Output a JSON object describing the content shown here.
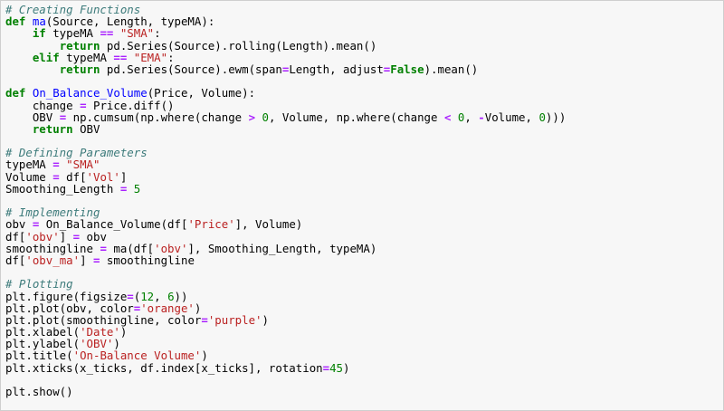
{
  "editor": {
    "colors": {
      "background": "#f7f7f7",
      "comment": "#3d7b7b",
      "keyword": "#008000",
      "function": "#0000ff",
      "string": "#ba2121",
      "number": "#008000",
      "operator": "#aa22ff",
      "plain": "#000000"
    },
    "lines": [
      [
        {
          "t": "cm",
          "v": "# Creating Functions"
        }
      ],
      [
        {
          "t": "kw",
          "v": "def"
        },
        {
          "t": "pl",
          "v": " "
        },
        {
          "t": "fn",
          "v": "ma"
        },
        {
          "t": "pl",
          "v": "(Source, Length, typeMA):"
        }
      ],
      [
        {
          "t": "pl",
          "v": "    "
        },
        {
          "t": "kw",
          "v": "if"
        },
        {
          "t": "pl",
          "v": " typeMA "
        },
        {
          "t": "op",
          "v": "=="
        },
        {
          "t": "pl",
          "v": " "
        },
        {
          "t": "st",
          "v": "\"SMA\""
        },
        {
          "t": "pl",
          "v": ":"
        }
      ],
      [
        {
          "t": "pl",
          "v": "        "
        },
        {
          "t": "kw",
          "v": "return"
        },
        {
          "t": "pl",
          "v": " pd.Series(Source).rolling(Length).mean()"
        }
      ],
      [
        {
          "t": "pl",
          "v": "    "
        },
        {
          "t": "kw",
          "v": "elif"
        },
        {
          "t": "pl",
          "v": " typeMA "
        },
        {
          "t": "op",
          "v": "=="
        },
        {
          "t": "pl",
          "v": " "
        },
        {
          "t": "st",
          "v": "\"EMA\""
        },
        {
          "t": "pl",
          "v": ":"
        }
      ],
      [
        {
          "t": "pl",
          "v": "        "
        },
        {
          "t": "kw",
          "v": "return"
        },
        {
          "t": "pl",
          "v": " pd.Series(Source).ewm(span"
        },
        {
          "t": "op",
          "v": "="
        },
        {
          "t": "pl",
          "v": "Length, adjust"
        },
        {
          "t": "op",
          "v": "="
        },
        {
          "t": "kw",
          "v": "False"
        },
        {
          "t": "pl",
          "v": ").mean()"
        }
      ],
      [
        {
          "t": "pl",
          "v": ""
        }
      ],
      [
        {
          "t": "kw",
          "v": "def"
        },
        {
          "t": "pl",
          "v": " "
        },
        {
          "t": "fn",
          "v": "On_Balance_Volume"
        },
        {
          "t": "pl",
          "v": "(Price, Volume):"
        }
      ],
      [
        {
          "t": "pl",
          "v": "    change "
        },
        {
          "t": "op",
          "v": "="
        },
        {
          "t": "pl",
          "v": " Price.diff()"
        }
      ],
      [
        {
          "t": "pl",
          "v": "    OBV "
        },
        {
          "t": "op",
          "v": "="
        },
        {
          "t": "pl",
          "v": " np.cumsum(np.where(change "
        },
        {
          "t": "op",
          "v": ">"
        },
        {
          "t": "pl",
          "v": " "
        },
        {
          "t": "nu",
          "v": "0"
        },
        {
          "t": "pl",
          "v": ", Volume, np.where(change "
        },
        {
          "t": "op",
          "v": "<"
        },
        {
          "t": "pl",
          "v": " "
        },
        {
          "t": "nu",
          "v": "0"
        },
        {
          "t": "pl",
          "v": ", "
        },
        {
          "t": "op",
          "v": "-"
        },
        {
          "t": "pl",
          "v": "Volume, "
        },
        {
          "t": "nu",
          "v": "0"
        },
        {
          "t": "pl",
          "v": ")))"
        }
      ],
      [
        {
          "t": "pl",
          "v": "    "
        },
        {
          "t": "kw",
          "v": "return"
        },
        {
          "t": "pl",
          "v": " OBV"
        }
      ],
      [
        {
          "t": "pl",
          "v": ""
        }
      ],
      [
        {
          "t": "cm",
          "v": "# Defining Parameters"
        }
      ],
      [
        {
          "t": "pl",
          "v": "typeMA "
        },
        {
          "t": "op",
          "v": "="
        },
        {
          "t": "pl",
          "v": " "
        },
        {
          "t": "st",
          "v": "\"SMA\""
        }
      ],
      [
        {
          "t": "pl",
          "v": "Volume "
        },
        {
          "t": "op",
          "v": "="
        },
        {
          "t": "pl",
          "v": " df["
        },
        {
          "t": "st",
          "v": "'Vol'"
        },
        {
          "t": "pl",
          "v": "]"
        }
      ],
      [
        {
          "t": "pl",
          "v": "Smoothing_Length "
        },
        {
          "t": "op",
          "v": "="
        },
        {
          "t": "pl",
          "v": " "
        },
        {
          "t": "nu",
          "v": "5"
        }
      ],
      [
        {
          "t": "pl",
          "v": ""
        }
      ],
      [
        {
          "t": "cm",
          "v": "# Implementing"
        }
      ],
      [
        {
          "t": "pl",
          "v": "obv "
        },
        {
          "t": "op",
          "v": "="
        },
        {
          "t": "pl",
          "v": " On_Balance_Volume(df["
        },
        {
          "t": "st",
          "v": "'Price'"
        },
        {
          "t": "pl",
          "v": "], Volume)"
        }
      ],
      [
        {
          "t": "pl",
          "v": "df["
        },
        {
          "t": "st",
          "v": "'obv'"
        },
        {
          "t": "pl",
          "v": "] "
        },
        {
          "t": "op",
          "v": "="
        },
        {
          "t": "pl",
          "v": " obv"
        }
      ],
      [
        {
          "t": "pl",
          "v": "smoothingline "
        },
        {
          "t": "op",
          "v": "="
        },
        {
          "t": "pl",
          "v": " ma(df["
        },
        {
          "t": "st",
          "v": "'obv'"
        },
        {
          "t": "pl",
          "v": "], Smoothing_Length, typeMA)"
        }
      ],
      [
        {
          "t": "pl",
          "v": "df["
        },
        {
          "t": "st",
          "v": "'obv_ma'"
        },
        {
          "t": "pl",
          "v": "] "
        },
        {
          "t": "op",
          "v": "="
        },
        {
          "t": "pl",
          "v": " smoothingline"
        }
      ],
      [
        {
          "t": "pl",
          "v": ""
        }
      ],
      [
        {
          "t": "cm",
          "v": "# Plotting"
        }
      ],
      [
        {
          "t": "pl",
          "v": "plt.figure(figsize"
        },
        {
          "t": "op",
          "v": "="
        },
        {
          "t": "pl",
          "v": "("
        },
        {
          "t": "nu",
          "v": "12"
        },
        {
          "t": "pl",
          "v": ", "
        },
        {
          "t": "nu",
          "v": "6"
        },
        {
          "t": "pl",
          "v": "))"
        }
      ],
      [
        {
          "t": "pl",
          "v": "plt.plot(obv, color"
        },
        {
          "t": "op",
          "v": "="
        },
        {
          "t": "st",
          "v": "'orange'"
        },
        {
          "t": "pl",
          "v": ")"
        }
      ],
      [
        {
          "t": "pl",
          "v": "plt.plot(smoothingline, color"
        },
        {
          "t": "op",
          "v": "="
        },
        {
          "t": "st",
          "v": "'purple'"
        },
        {
          "t": "pl",
          "v": ")"
        }
      ],
      [
        {
          "t": "pl",
          "v": "plt.xlabel("
        },
        {
          "t": "st",
          "v": "'Date'"
        },
        {
          "t": "pl",
          "v": ")"
        }
      ],
      [
        {
          "t": "pl",
          "v": "plt.ylabel("
        },
        {
          "t": "st",
          "v": "'OBV'"
        },
        {
          "t": "pl",
          "v": ")"
        }
      ],
      [
        {
          "t": "pl",
          "v": "plt.title("
        },
        {
          "t": "st",
          "v": "'On-Balance Volume'"
        },
        {
          "t": "pl",
          "v": ")"
        }
      ],
      [
        {
          "t": "pl",
          "v": "plt.xticks(x_ticks, df.index[x_ticks], rotation"
        },
        {
          "t": "op",
          "v": "="
        },
        {
          "t": "nu",
          "v": "45"
        },
        {
          "t": "pl",
          "v": ")"
        }
      ],
      [
        {
          "t": "pl",
          "v": ""
        }
      ],
      [
        {
          "t": "pl",
          "v": "plt.show()"
        }
      ]
    ]
  }
}
